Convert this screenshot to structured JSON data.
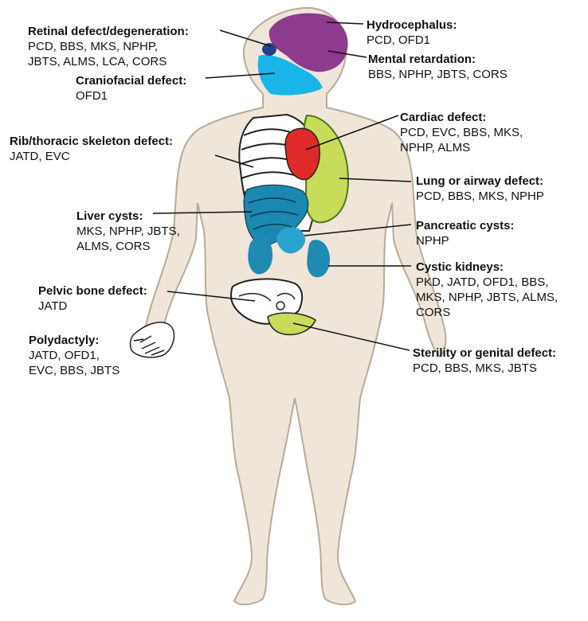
{
  "colors": {
    "skin": "#efe6d9",
    "skin_stroke": "#b8aa98",
    "brain": "#8e3a8e",
    "face": "#19b4e8",
    "eye": "#27408b",
    "heart": "#e02a2a",
    "lung": "#c8dc5a",
    "liver": "#1a88b0",
    "kidney": "#1f8ab2",
    "pancreas": "#2aa3cf",
    "genital": "#c8dc5a"
  },
  "labels": {
    "retinal": {
      "title": "Retinal defect/degeneration:",
      "genes": [
        "PCD, BBS, MKS, NPHP,",
        "JBTS, ALMS, LCA, CORS"
      ]
    },
    "hydrocephalus": {
      "title": "Hydrocephalus:",
      "genes": [
        "PCD, OFD1"
      ]
    },
    "mental": {
      "title": "Mental retardation:",
      "genes": [
        "BBS, NPHP, JBTS, CORS"
      ]
    },
    "craniofacial": {
      "title": "Craniofacial defect:",
      "genes": [
        "OFD1"
      ]
    },
    "cardiac": {
      "title": "Cardiac defect:",
      "genes": [
        "PCD, EVC, BBS, MKS,",
        "NPHP, ALMS"
      ]
    },
    "rib": {
      "title": "Rib/thoracic skeleton defect:",
      "genes": [
        "JATD, EVC"
      ]
    },
    "lung": {
      "title": "Lung or airway defect:",
      "genes": [
        "PCD, BBS, MKS, NPHP"
      ]
    },
    "liver": {
      "title": "Liver cysts:",
      "genes": [
        "MKS, NPHP, JBTS,",
        "ALMS, CORS"
      ]
    },
    "pancreas": {
      "title": "Pancreatic cysts:",
      "genes": [
        "NPHP"
      ]
    },
    "kidney": {
      "title": "Cystic kidneys:",
      "genes": [
        "PKD, JATD, OFD1, BBS,",
        "MKS, NPHP, JBTS, ALMS,",
        "CORS"
      ]
    },
    "pelvic": {
      "title": "Pelvic bone defect:",
      "genes": [
        "JATD"
      ]
    },
    "polydactyly": {
      "title": "Polydactyly:",
      "genes": [
        "JATD, OFD1,",
        "EVC, BBS, JBTS"
      ]
    },
    "sterility": {
      "title": "Sterility or genital defect:",
      "genes": [
        "PCD, BBS, MKS, JBTS"
      ]
    }
  }
}
